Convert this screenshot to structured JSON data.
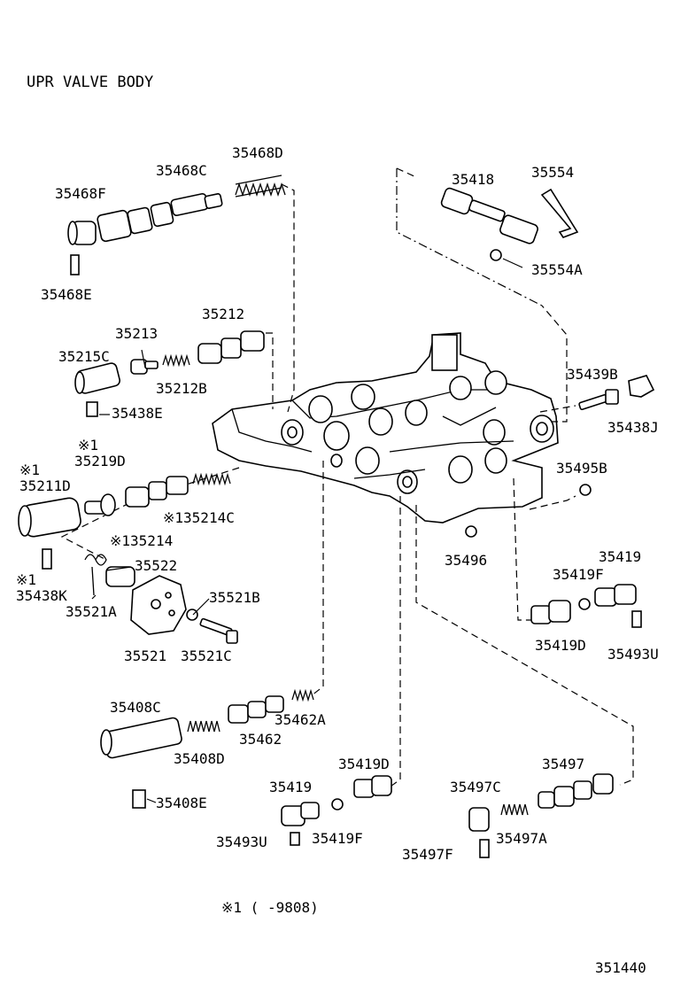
{
  "title": "UPR VALVE BODY",
  "labels": {
    "l35468d": "35468D",
    "l35468c": "35468C",
    "l35468f": "35468F",
    "l35468e": "35468E",
    "l35212": "35212",
    "l35213": "35213",
    "l35215c": "35215C",
    "l35212b": "35212B",
    "l35438e": "35438E",
    "mark1a": "※1",
    "l35219d": "35219D",
    "mark1b": "※1",
    "l35211d": "35211D",
    "l35214c": "※135214C",
    "l35214": "※135214",
    "l35522": "35522",
    "mark1c": "※1",
    "l35438k": "35438K",
    "l35521b": "35521B",
    "l35521a": "35521A",
    "l35521": "35521",
    "l35521c": "35521C",
    "l35408c": "35408C",
    "l35462a": "35462A",
    "l35462": "35462",
    "l35408d": "35408D",
    "l35408e": "35408E",
    "l35419d_lower": "35419D",
    "l35419_lower": "35419",
    "l35493u_lower": "35493U",
    "l35419f_lower": "35419F",
    "l35497": "35497",
    "l35497c": "35497C",
    "l35497a": "35497A",
    "l35497f": "35497F",
    "l35418": "35418",
    "l35554": "35554",
    "l35554a": "35554A",
    "l35439b": "35439B",
    "l35438j": "35438J",
    "l35495b": "35495B",
    "l35496": "35496",
    "l35419_right": "35419",
    "l35419f_right": "35419F",
    "l35419d_right": "35419D",
    "l35493u_right": "35493U"
  },
  "footnote": "※1 (      -9808)",
  "illustration_code": "351440"
}
